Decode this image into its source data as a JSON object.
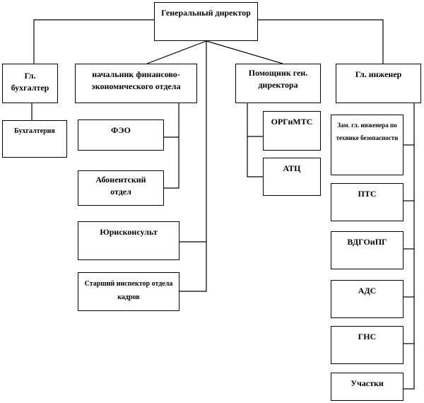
{
  "diagram": {
    "type": "org-chart",
    "line_color": "#000000",
    "root": {
      "id": "gen_dir",
      "label": "Генеральный директор"
    },
    "nodes": {
      "gen_dir": "Генеральный директор",
      "chief_accountant": "Гл. бухгалтер",
      "accounting": "Бухгалтерия",
      "fin_head": "начальник финансово-экономического отдела",
      "feo": "ФЭО",
      "subscriber_dept": "Абонентский отдел",
      "legal": "Юрисконсульт",
      "hr_inspector": "Старший инспектор отдела кадров",
      "assistant": "Помощник ген. директора",
      "orgimts": "ОРГиМТС",
      "atc": "АТЦ",
      "chief_engineer": "Гл. инженер",
      "deputy_safety": "Зам. гл. инженера по технике безопасности",
      "pts": "ПТС",
      "vdgo": "ВДГОиПГ",
      "ads": "АДС",
      "gns": "ГНС",
      "sites": "Участки"
    },
    "edges": [
      [
        "gen_dir",
        "chief_accountant"
      ],
      [
        "gen_dir",
        "fin_head"
      ],
      [
        "gen_dir",
        "assistant"
      ],
      [
        "gen_dir",
        "chief_engineer"
      ],
      [
        "gen_dir",
        "legal"
      ],
      [
        "gen_dir",
        "hr_inspector"
      ],
      [
        "chief_accountant",
        "accounting"
      ],
      [
        "fin_head",
        "feo"
      ],
      [
        "fin_head",
        "subscriber_dept"
      ],
      [
        "assistant",
        "orgimts"
      ],
      [
        "assistant",
        "atc"
      ],
      [
        "chief_engineer",
        "deputy_safety"
      ],
      [
        "chief_engineer",
        "pts"
      ],
      [
        "chief_engineer",
        "vdgo"
      ],
      [
        "chief_engineer",
        "ads"
      ],
      [
        "chief_engineer",
        "gns"
      ],
      [
        "chief_engineer",
        "sites"
      ]
    ]
  }
}
